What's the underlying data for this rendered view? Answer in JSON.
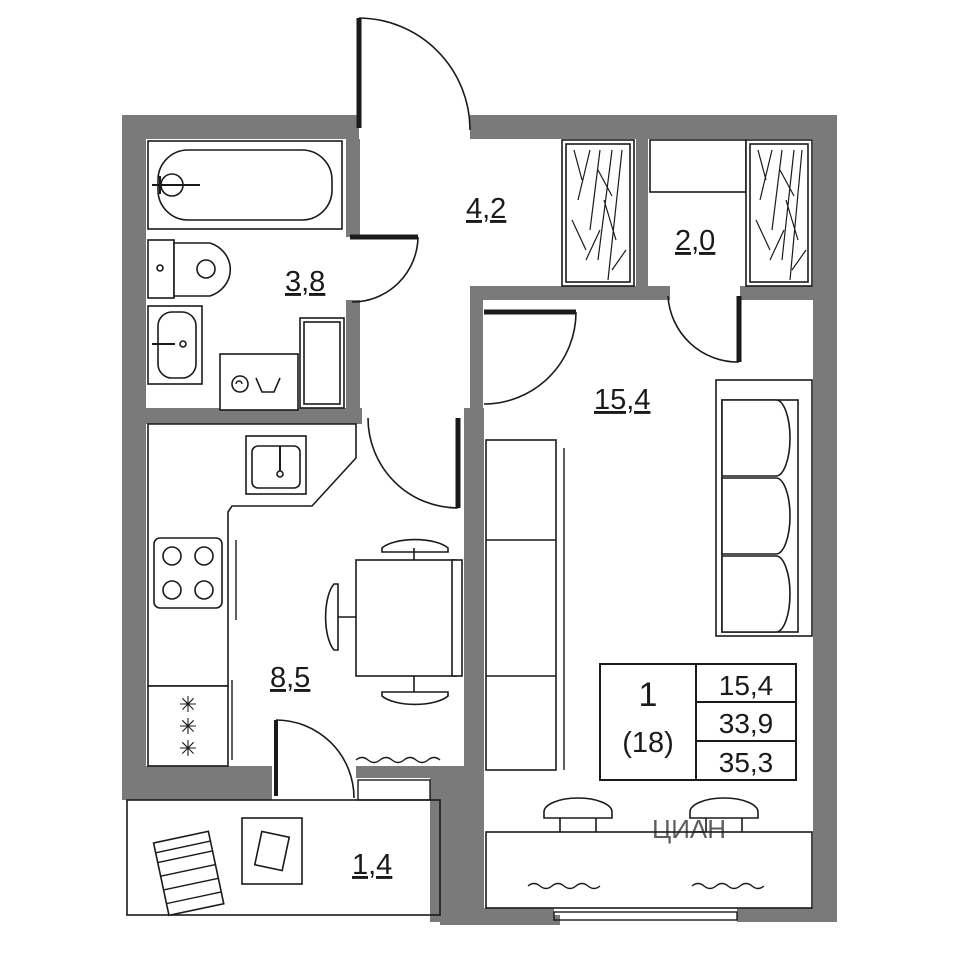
{
  "rooms": {
    "hall": "4,2",
    "bathroom": "3,8",
    "storage": "2,0",
    "living": "15,4",
    "kitchen": "8,5",
    "balcony": "1,4"
  },
  "info": {
    "rooms_count": "1",
    "code": "(18)",
    "living_area": "15,4",
    "total_area": "33,9",
    "total_with_balcony": "35,3"
  },
  "watermark": "ЦИАН",
  "colors": {
    "wall": "#7a7a7a",
    "line": "#1a1a1a",
    "background": "#ffffff"
  }
}
